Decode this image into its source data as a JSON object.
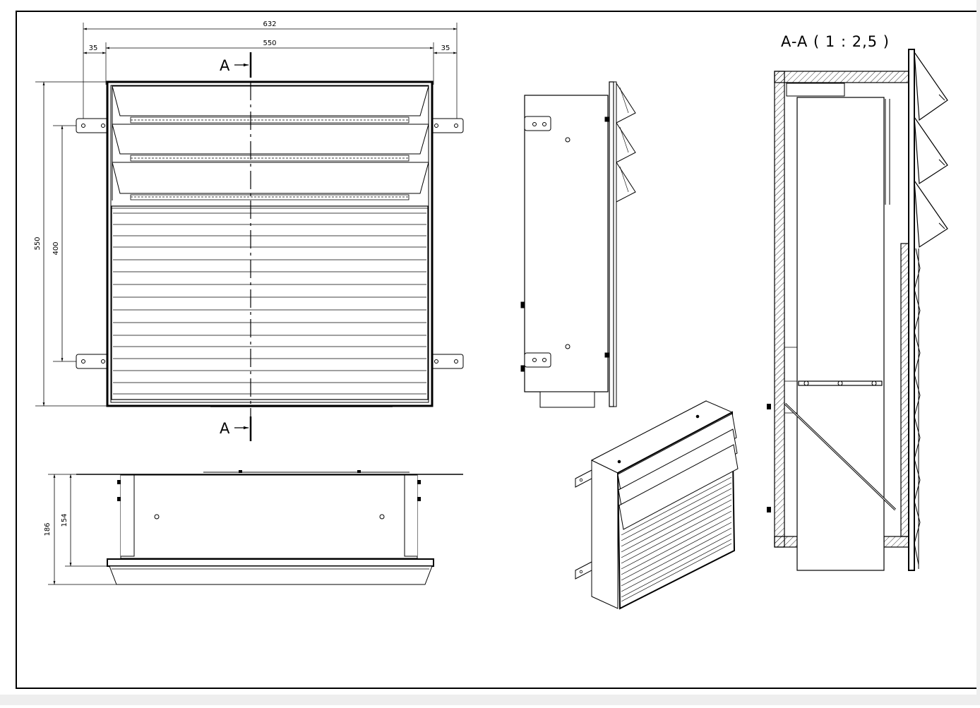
{
  "front_view": {
    "dims": {
      "overall_width": "632",
      "inner_width": "550",
      "left_offset": "35",
      "right_offset": "35",
      "overall_height": "550",
      "inner_height": "400"
    },
    "section_marker_top": "A",
    "section_marker_bottom": "A"
  },
  "top_view": {
    "dims": {
      "overall_depth": "186",
      "body_depth": "154"
    }
  },
  "section_view": {
    "title": "A-A ( 1 : 2,5 )"
  }
}
